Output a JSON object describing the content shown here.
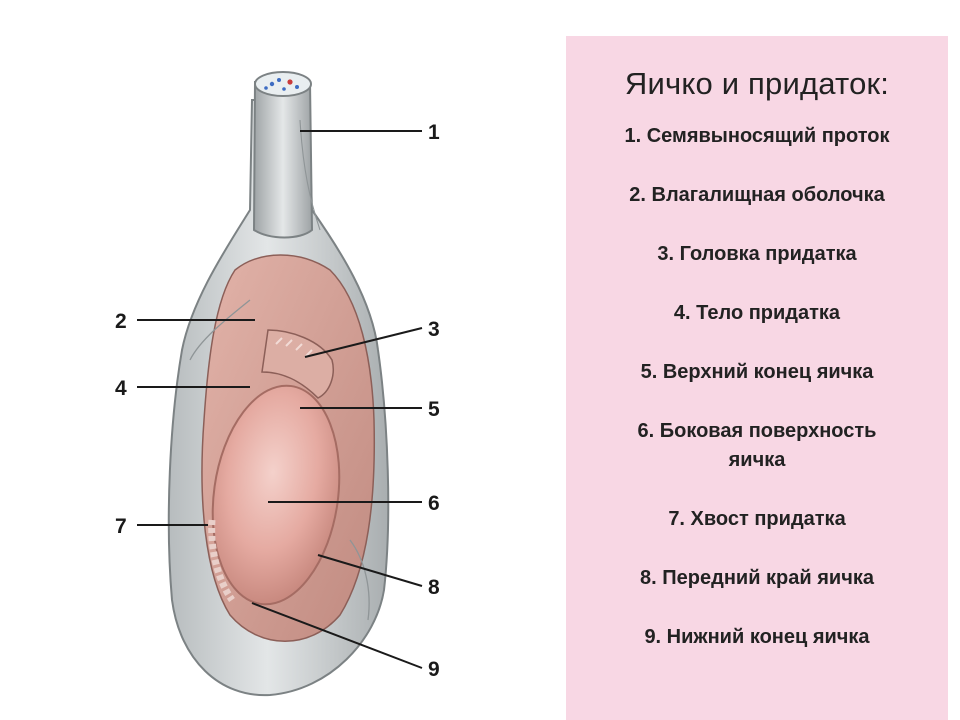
{
  "legend": {
    "title": "Яичко и придаток:",
    "items": [
      "1. Семявыносящий проток",
      "2. Влагалищная оболочка",
      "3. Головка придатка",
      "4. Тело придатка",
      "5. Верхний конец яичка",
      "6. Боковая поверхность яичка",
      "7. Хвост придатка",
      "8. Передний край яичка",
      "9. Нижний конец яичка"
    ]
  },
  "labels": [
    "1",
    "2",
    "3",
    "4",
    "5",
    "6",
    "7",
    "8",
    "9"
  ],
  "colors": {
    "panel_bg": "#f8d7e4",
    "tunic": "#c9cccd",
    "tissue": "#d8a49a",
    "testis": "#e9b8b0"
  }
}
